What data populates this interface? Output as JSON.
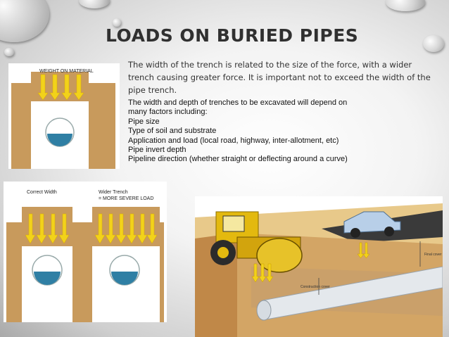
{
  "slide": {
    "title": "LOADS ON BURIED PIPES",
    "intro": "The width of the trench is related to the size of the force, with a wider trench causing greater force. It is important not to exceed the width of the pipe trench.",
    "body_lines": [
      "The width and depth of trenches to be excavated will depend on",
      "many factors including:",
      "Pipe size",
      "Type of soil and substrate",
      "Application and load (local road, highway, inter-allotment, etc)",
      "Pipe invert depth",
      "Pipeline direction (whether straight or deflecting around a curve)"
    ]
  },
  "figure_top": {
    "label": "WEIGHT ON MATERIAL"
  },
  "figure_compare": {
    "correct_label": "Correct Width",
    "wider_label_line1": "Wider Trench",
    "wider_label_line2": "= MORE SEVERE LOAD"
  },
  "figure_3d": {
    "label_final_cover": "Final cover",
    "label_construction_cover": "Construction cover"
  },
  "colors": {
    "soil": "#c89a5c",
    "arrow": "#f2d21a",
    "trench_fill": "#ffffff",
    "water": "#2f7fa4",
    "roller": "#e3b90f"
  }
}
